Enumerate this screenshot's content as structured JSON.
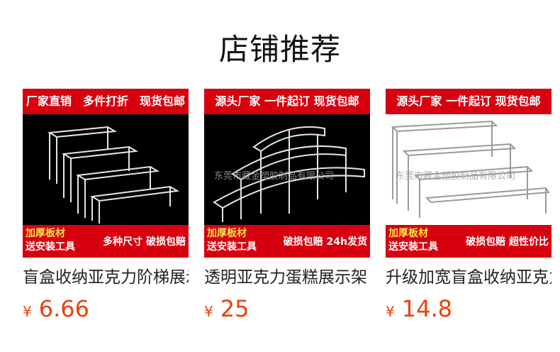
{
  "section": {
    "title": "店铺推荐"
  },
  "products": [
    {
      "banner": "厂家直销　多件打折　现货包邮",
      "badge_line1": "加厚板材",
      "badge_line2": "送安装工具",
      "badge_right": "多种尺寸 破损包赔",
      "watermark": "",
      "name": "盲盒收纳亚克力阶梯展示架",
      "currency": "¥",
      "price": "6.66"
    },
    {
      "banner": "源头厂家 一件起订 现货包邮",
      "badge_line1": "加厚板材",
      "badge_line2": "送安装工具",
      "badge_right": "破损包赔 24h发货",
      "watermark": "东莞市藏金塑胶制品有限公司",
      "name": "透明亚克力蛋糕展示架",
      "currency": "¥",
      "price": "25"
    },
    {
      "banner": "源头厂家 一件起订 现货包邮",
      "badge_line1": "加厚板材",
      "badge_line2": "送安装工具",
      "badge_right": "破损包赔 超性价比",
      "watermark": "东莞市藏金塑胶制品有限公司",
      "name": "升级加宽盲盒收纳亚克力",
      "currency": "¥",
      "price": "14.8"
    }
  ],
  "colors": {
    "banner_red": "#d7000f",
    "price_orange": "#e8420a",
    "badge_yellow": "#ffe14a"
  }
}
